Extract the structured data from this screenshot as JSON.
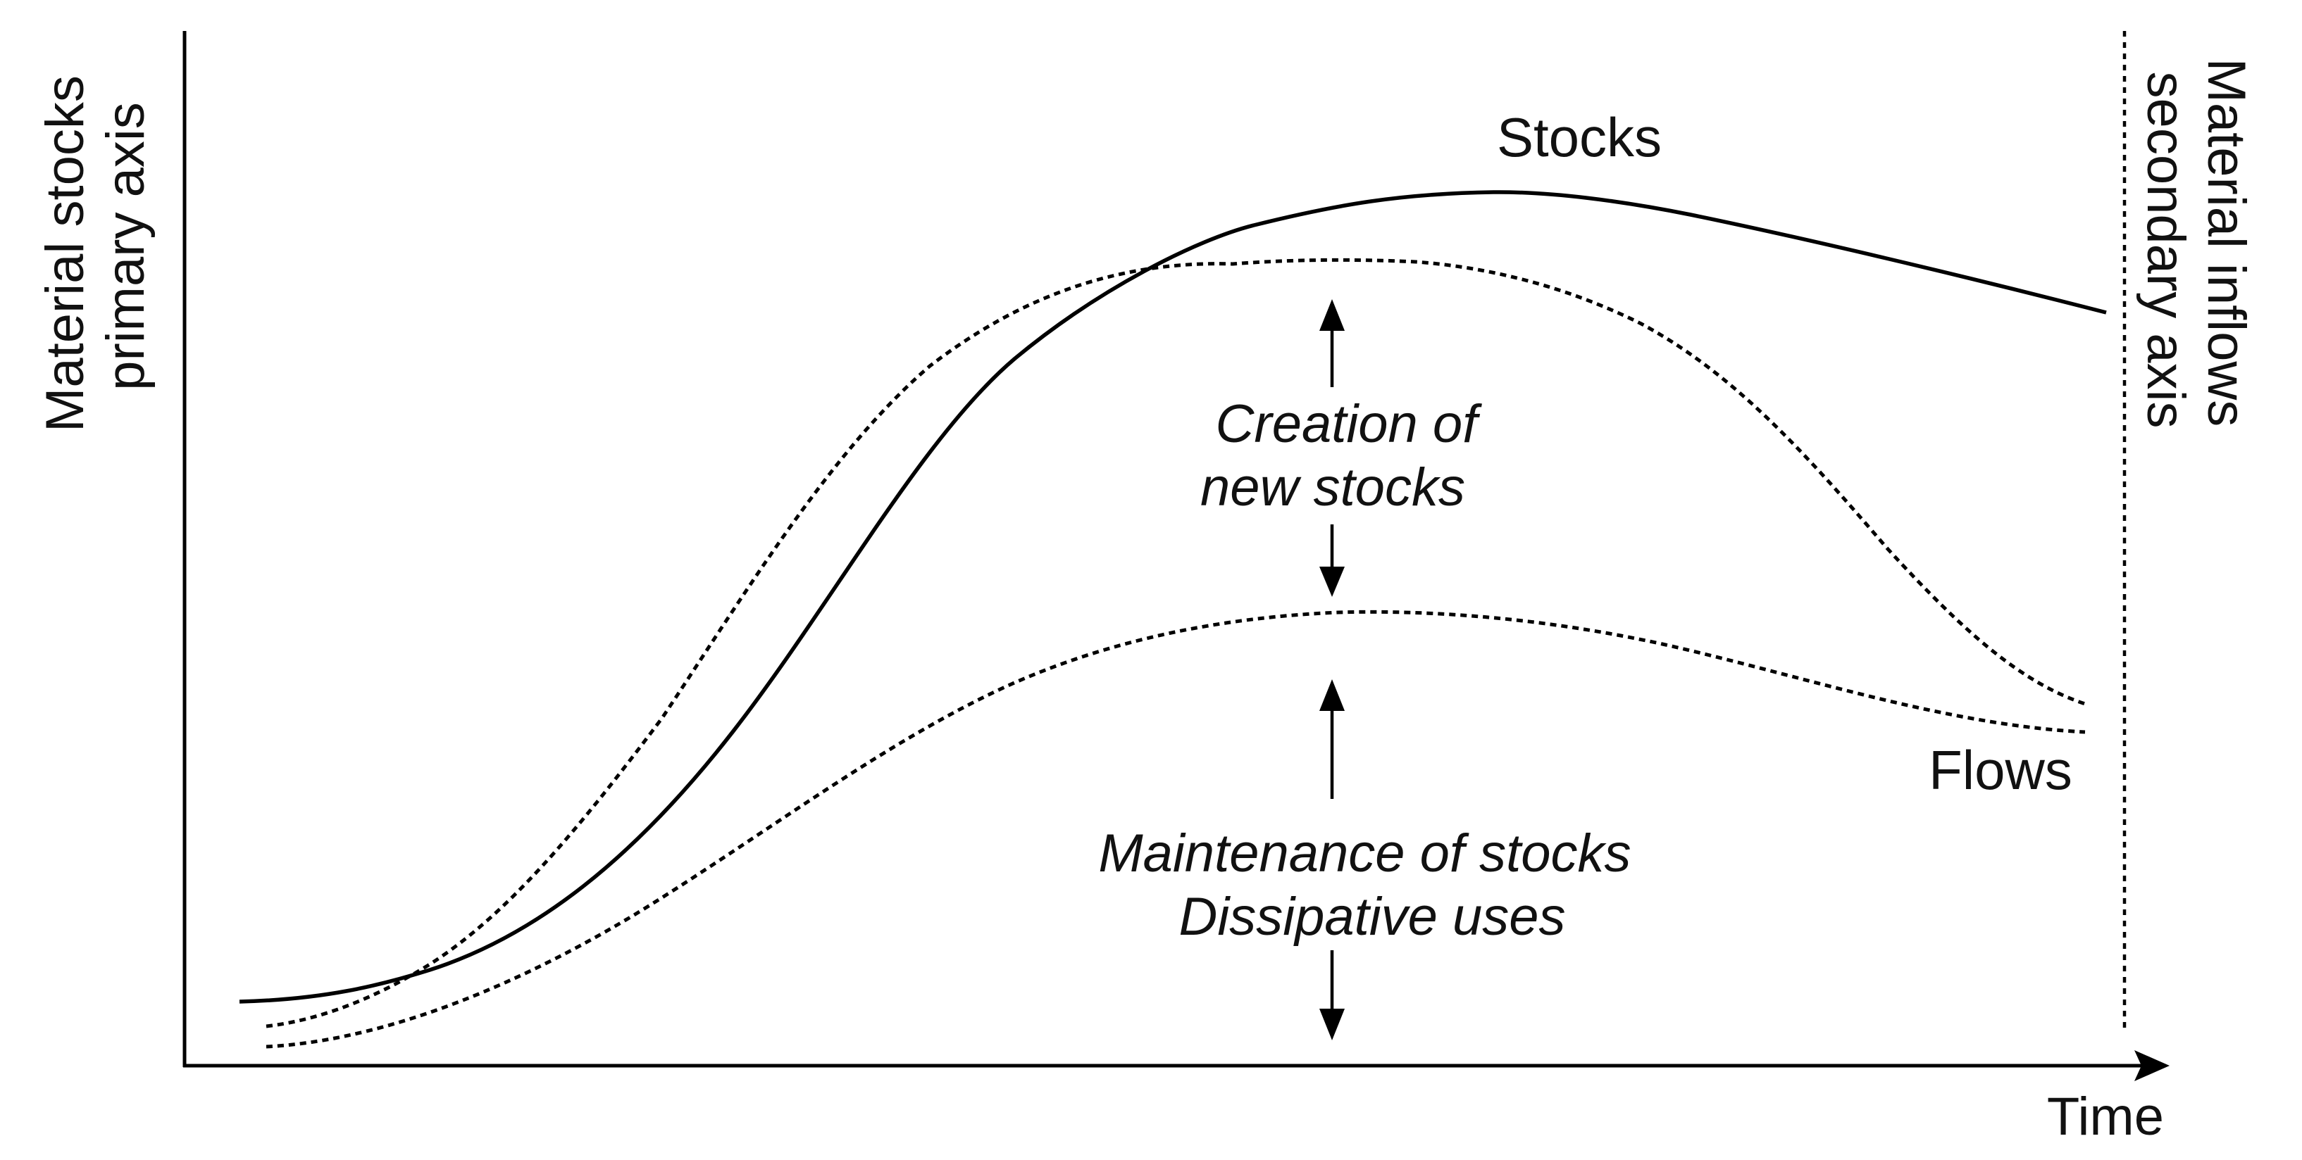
{
  "axes": {
    "primary_y_label": [
      "Material stocks",
      "primary axis"
    ],
    "secondary_y_label": [
      "Material inflows",
      "secondary axis"
    ],
    "x_label": "Time"
  },
  "series": {
    "stocks_label": "Stocks",
    "flows_label": "Flows"
  },
  "annotations": {
    "creation": [
      "Creation of",
      "new stocks"
    ],
    "maintenance": [
      "Maintenance of stocks",
      "Dissipative uses"
    ]
  }
}
